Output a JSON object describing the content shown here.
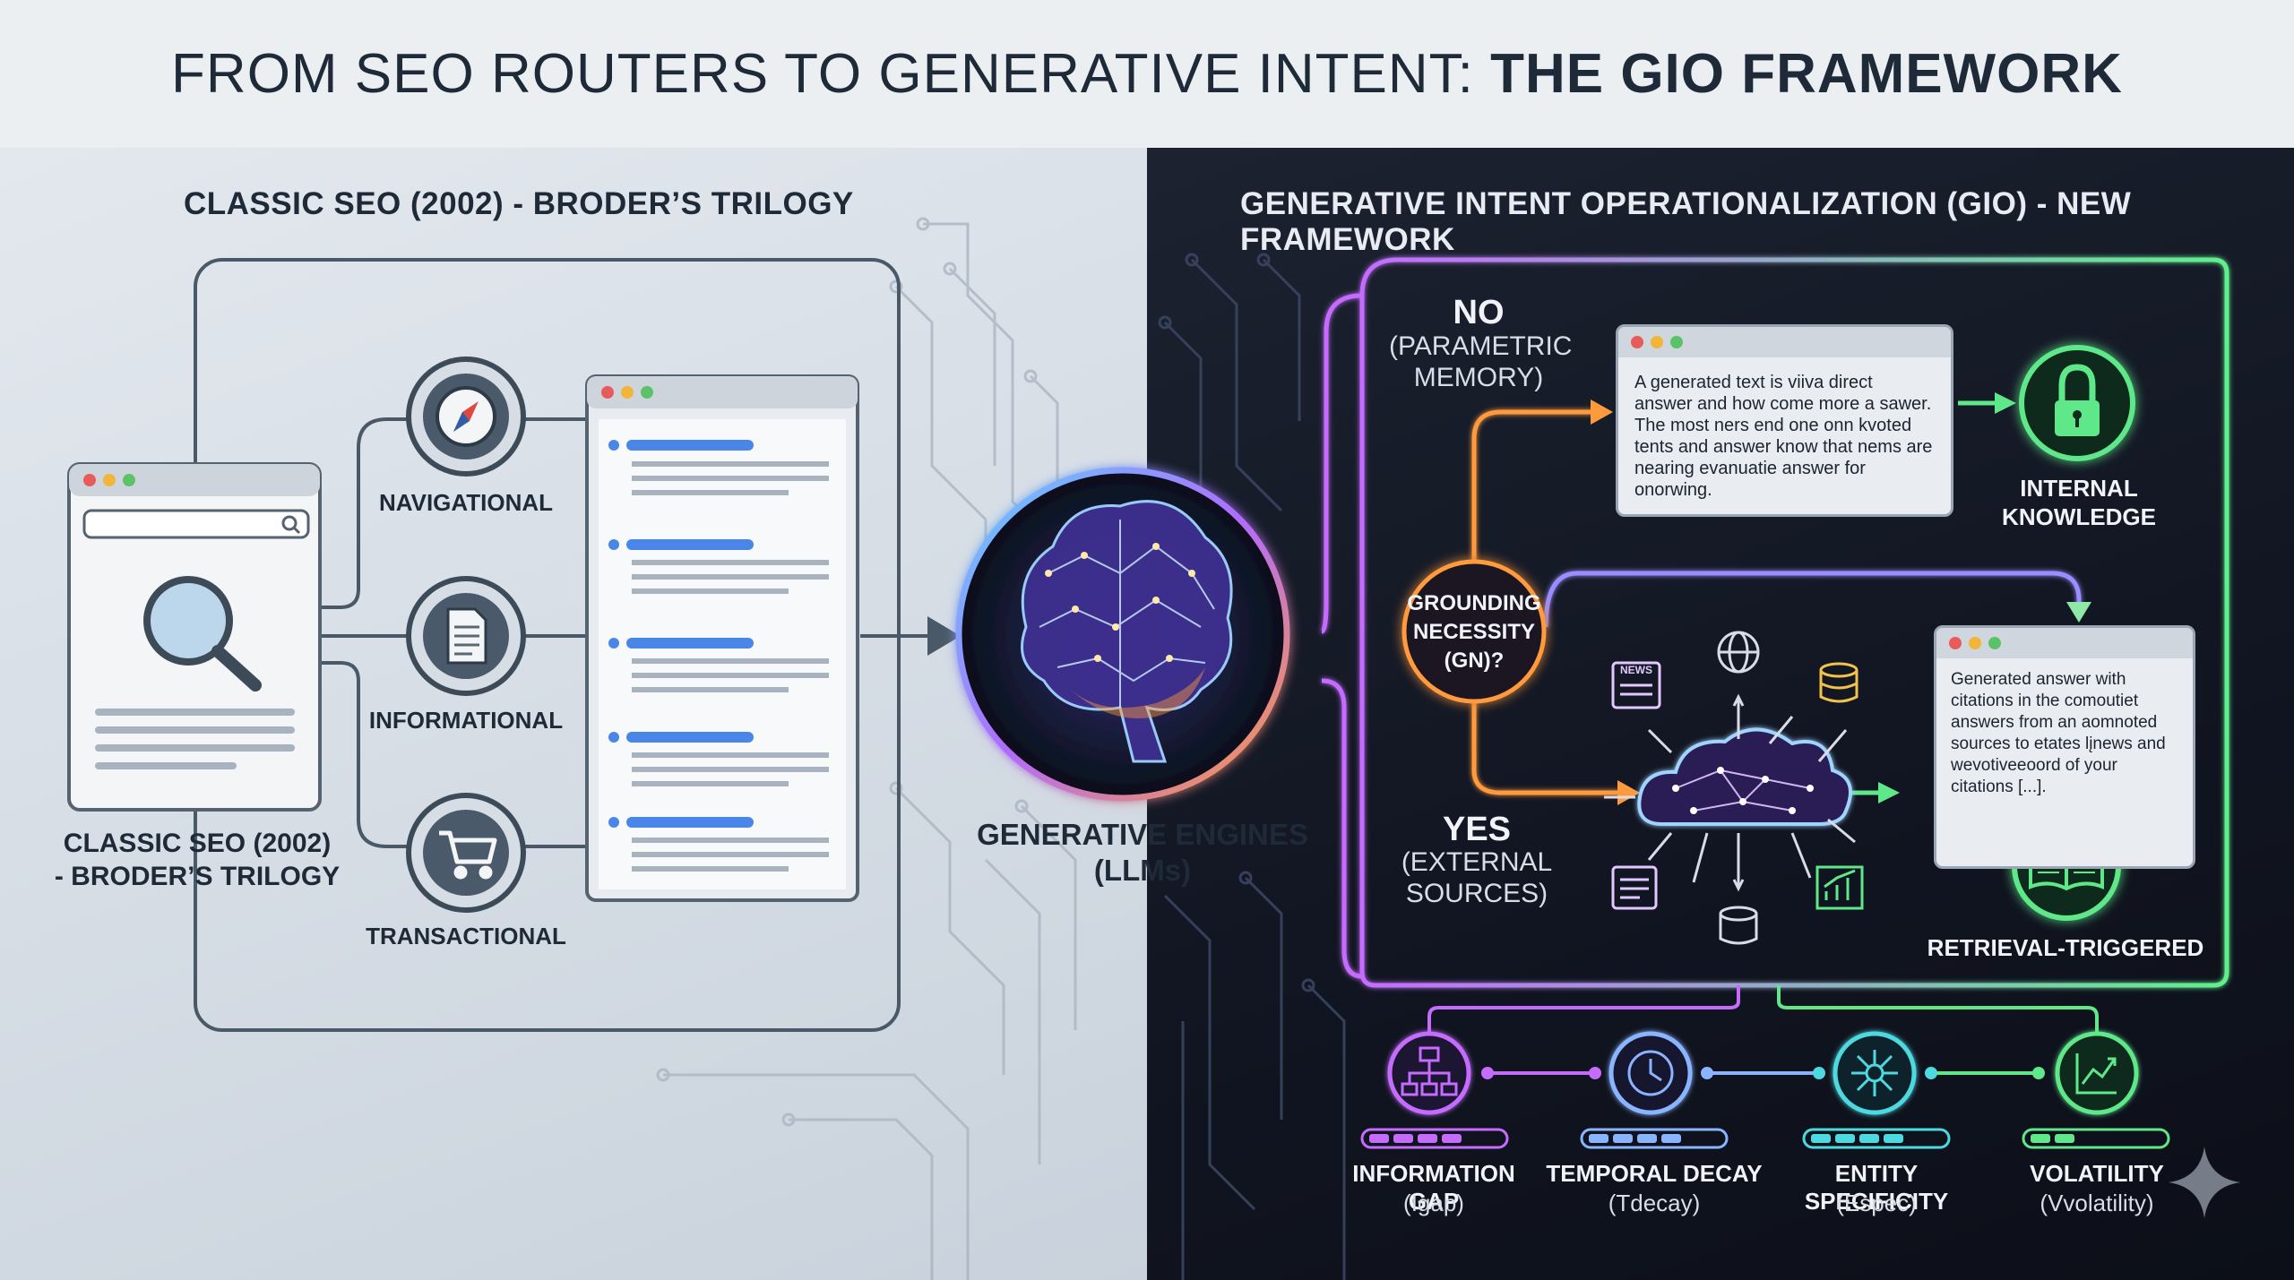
{
  "header": {
    "title_prefix": "FROM SEO ROUTERS TO GENERATIVE INTENT: ",
    "title_bold": "THE GIO FRAMEWORK"
  },
  "left": {
    "section_title": "CLASSIC SEO (2002) - BRODER’S TRILOGY",
    "browser_caption_line1": "CLASSIC SEO (2002)",
    "browser_caption_line2": "- BRODER’S TRILOGY",
    "intents": [
      {
        "label": "NAVIGATIONAL",
        "icon": "compass-icon"
      },
      {
        "label": "INFORMATIONAL",
        "icon": "document-icon"
      },
      {
        "label": "TRANSACTIONAL",
        "icon": "cart-icon"
      }
    ]
  },
  "center": {
    "engine_line1": "GENERATIVE ENGINES",
    "engine_line2": "(LLMs)"
  },
  "right": {
    "section_title": "GENERATIVE INTENT OPERATIONALIZATION (GIO) - NEW FRAMEWORK",
    "no_label": "NO",
    "no_sub_line1": "(PARAMETRIC",
    "no_sub_line2": "MEMORY)",
    "yes_label": "YES",
    "yes_sub_line1": "(EXTERNAL",
    "yes_sub_line2": "SOURCES)",
    "gn_line1": "GROUNDING",
    "gn_line2": "NECESSITY",
    "gn_line3": "(GN)?",
    "parametric_text": "A generated text is viiva direct answer and how come more a sawer. The most ners end one onn kvoted tents and answer know that nems are nearing evanuatie answer for onorwing.",
    "retrieval_text": "Generated answer with citations in the comoutiet answers from an aomnoted sources to etates lįnews and wevotiveeoord of your citations [...].",
    "internal_line1": "INTERNAL",
    "internal_line2": "KNOWLEDGE",
    "retrieval_label": "RETRIEVAL-TRIGGERED",
    "news_badge": "NEWS",
    "metrics": [
      {
        "label": "INFORMATION GAP",
        "symbol": "(Igap)",
        "icon": "hierarchy-icon",
        "color": "#c77dff"
      },
      {
        "label": "TEMPORAL DECAY",
        "symbol": "(Tdecay)",
        "icon": "clock-icon",
        "color": "#8ab4ff"
      },
      {
        "label": "ENTITY SPECIFICITY",
        "symbol": "(Espec)",
        "icon": "network-icon",
        "color": "#4dd9e0"
      },
      {
        "label": "VOLATILITY",
        "symbol": "(Vvolatility)",
        "icon": "trend-chart-icon",
        "color": "#5ee88a"
      }
    ]
  }
}
